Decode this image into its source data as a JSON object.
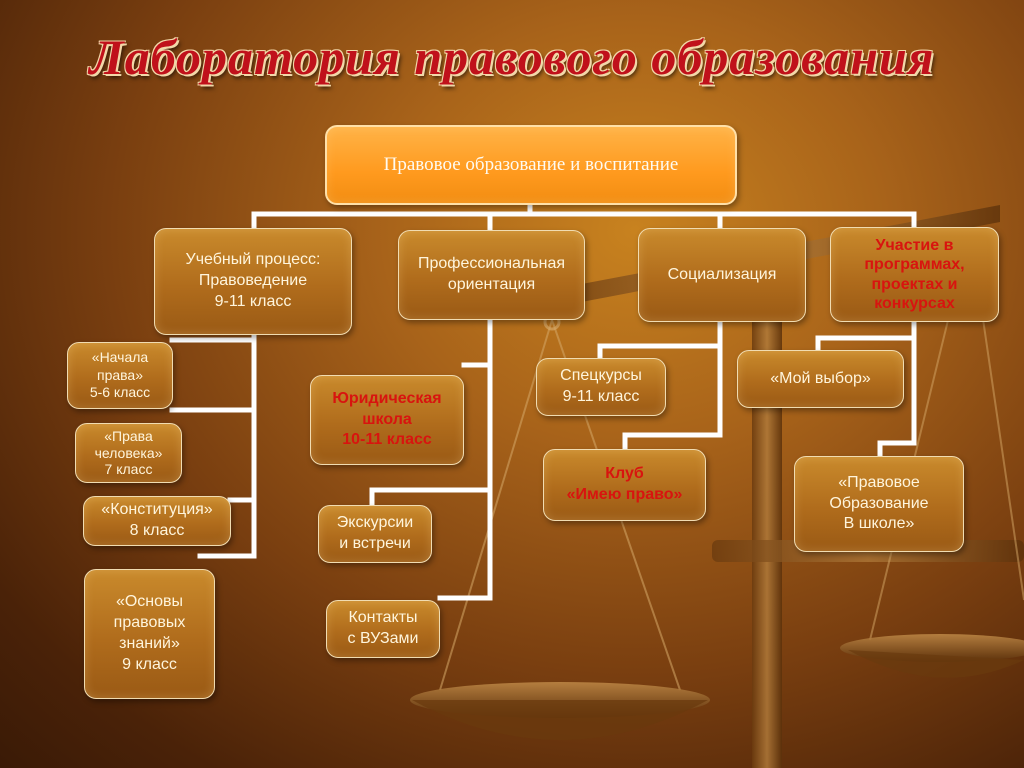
{
  "title": "Лаборатория правового образования",
  "colors": {
    "accent": "#ff9a1e",
    "title_red": "#c0111b",
    "highlight_red": "#d8140f",
    "connector": "#ffffff"
  },
  "root": "Правовое образование и воспитание",
  "branches": [
    {
      "label": [
        "Учебный процесс:",
        "Правоведение",
        "9-11 класс"
      ]
    },
    {
      "label": [
        "Профессиональная",
        "ориентация"
      ]
    },
    {
      "label": [
        "Социализация"
      ]
    },
    {
      "label": [
        "Участие в",
        "программах,",
        "проектах и",
        "конкурсах"
      ],
      "highlight": true
    }
  ],
  "leaves": {
    "nachala": [
      "«Начала",
      "права»",
      "5-6 класс"
    ],
    "prava_cheloveka": [
      "«Права",
      "человека»",
      "7 класс"
    ],
    "konstitutsiya": [
      "«Конституция»",
      "8 класс"
    ],
    "osnovy": [
      "«Основы",
      "правовых",
      "знаний»",
      "9 класс"
    ],
    "yur_shkola": [
      "Юридическая",
      "школа",
      "10-11 класс"
    ],
    "ekskursii": [
      "Экскурсии",
      "и встречи"
    ],
    "kontakty": [
      "Контакты",
      "с ВУЗами"
    ],
    "speckursy": [
      "Спецкурсы",
      "9-11 класс"
    ],
    "klub": [
      "Клуб",
      "«Имею право»"
    ],
    "moy_vybor": [
      "«Мой выбор»"
    ],
    "pravovoe_v_shkole": [
      "«Правовое",
      "Образование",
      "В школе»"
    ]
  }
}
